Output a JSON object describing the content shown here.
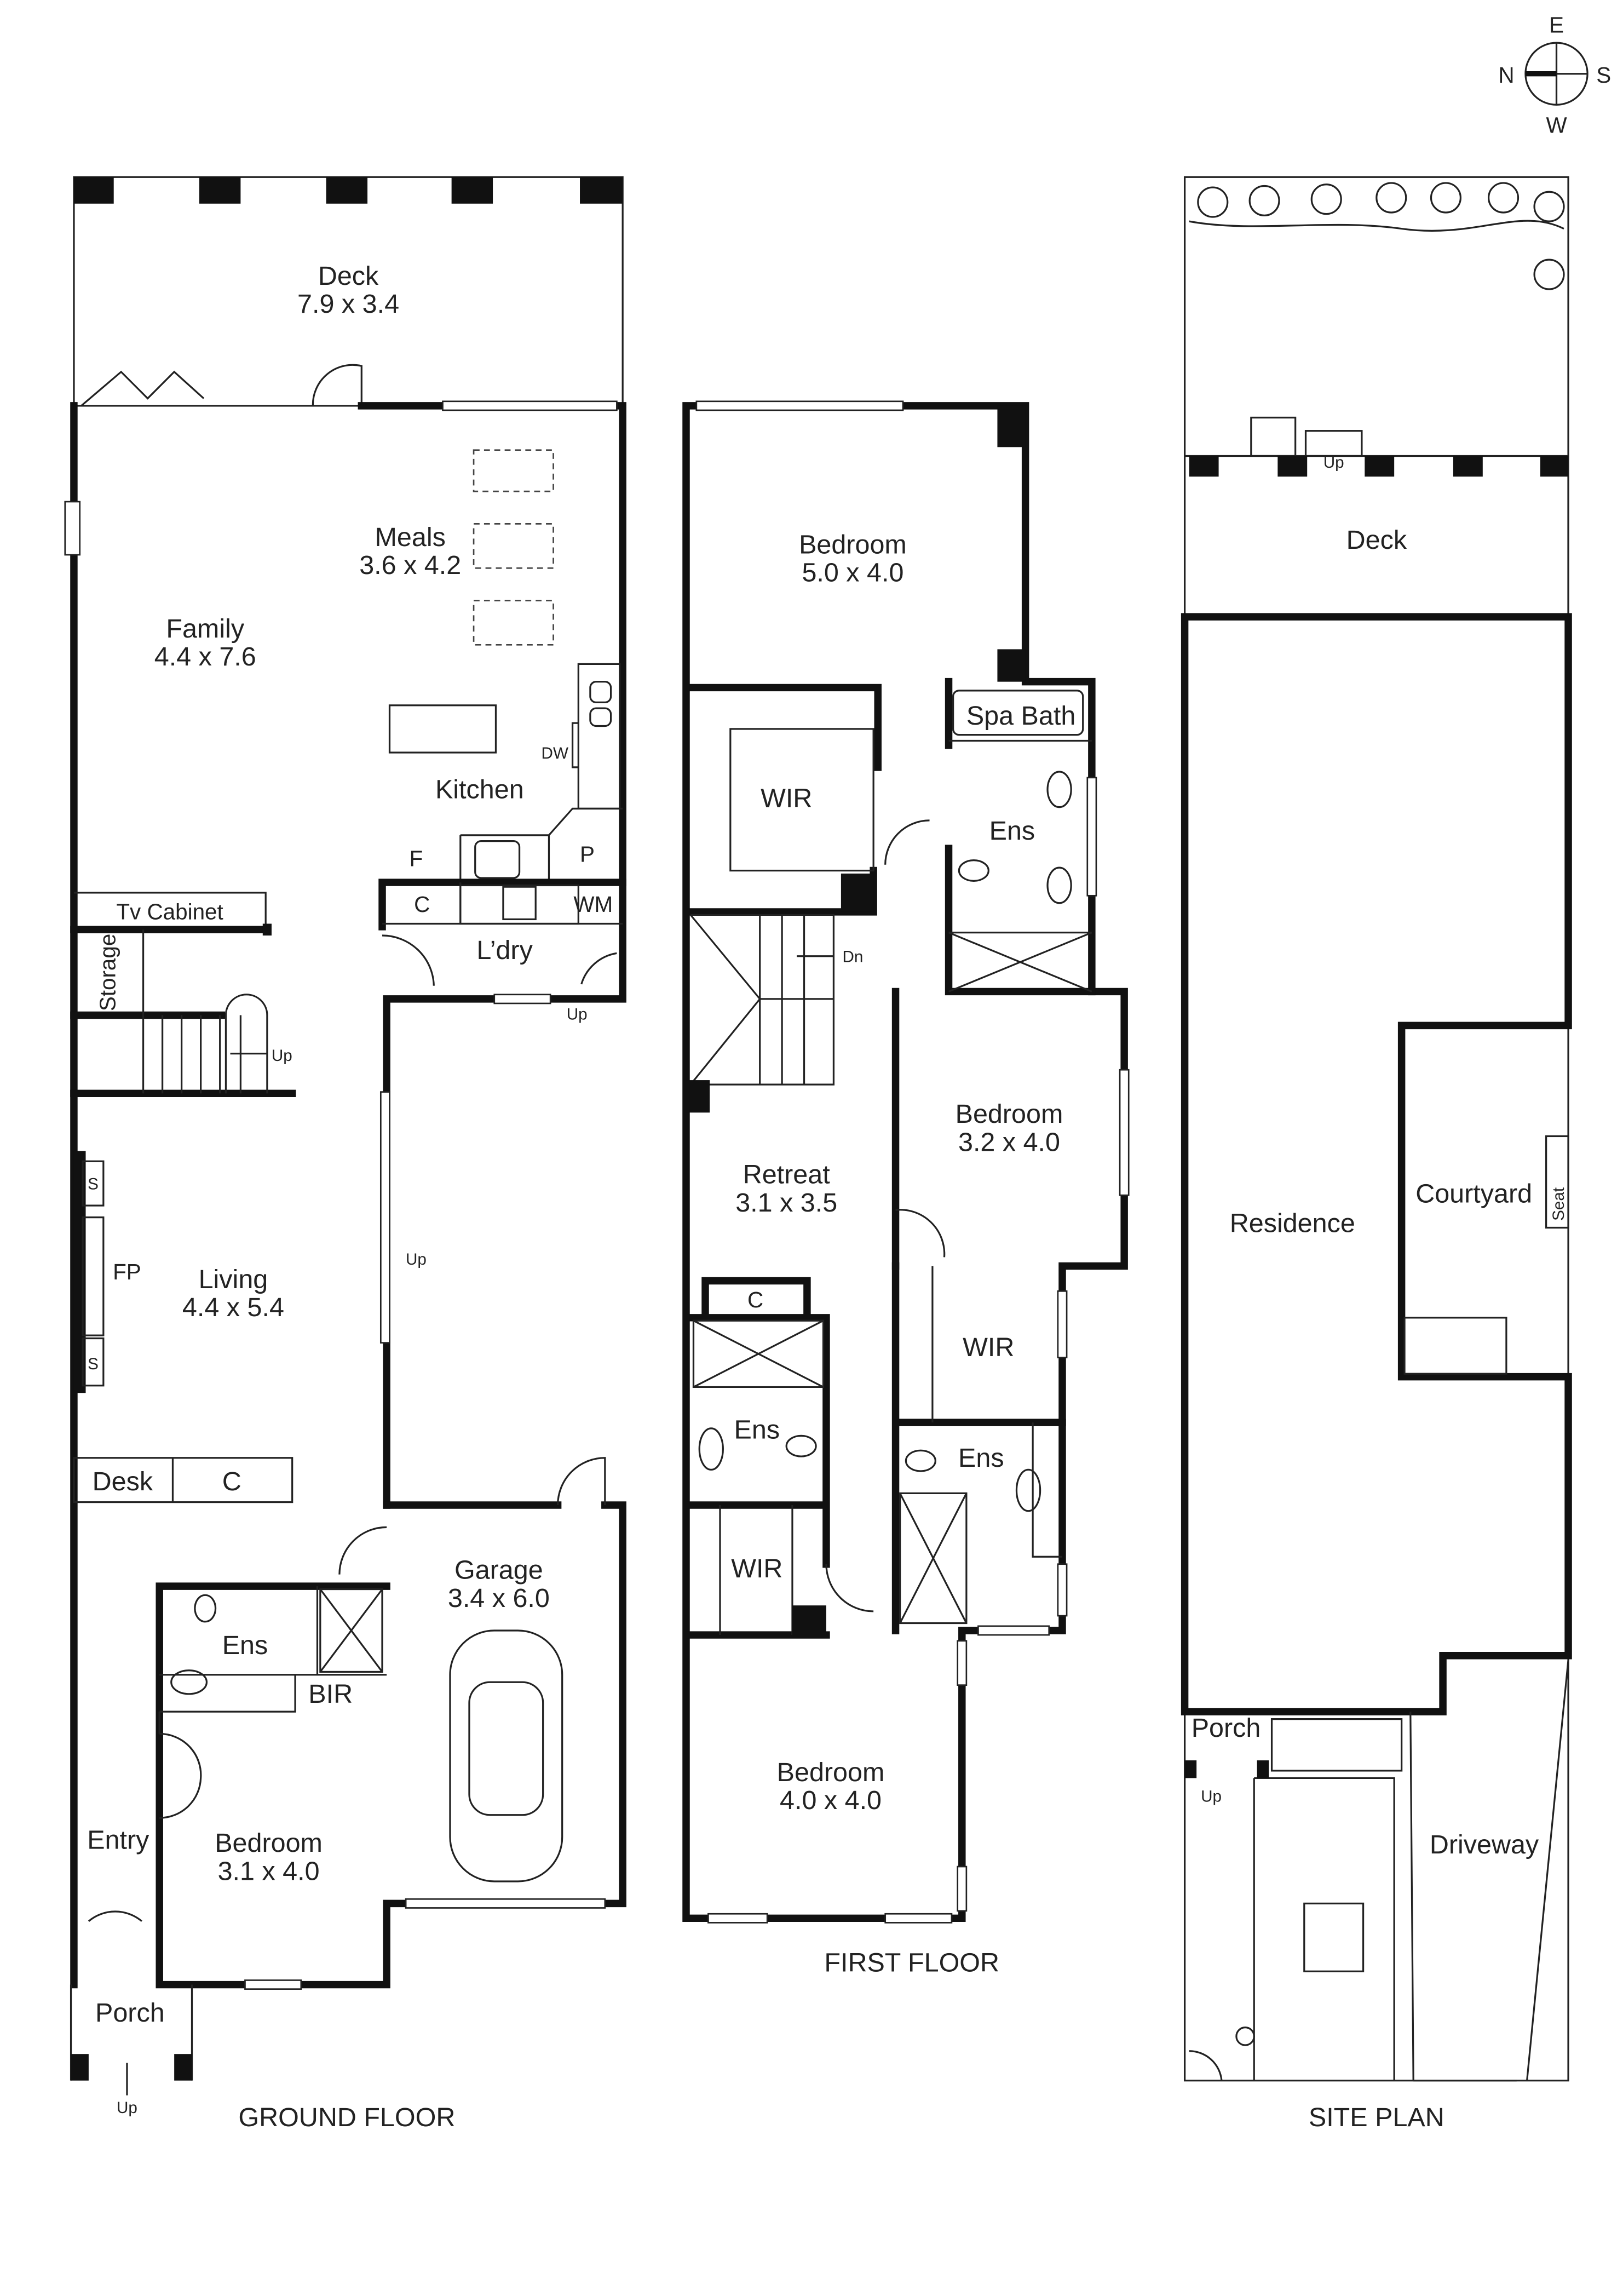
{
  "compass": {
    "north": "N",
    "east": "E",
    "south": "S",
    "west": "W"
  },
  "ground_floor": {
    "title": "GROUND FLOOR",
    "deck": {
      "name": "Deck",
      "size": "7.9 x 3.4"
    },
    "family": {
      "name": "Family",
      "size": "4.4 x 7.6"
    },
    "meals": {
      "name": "Meals",
      "size": "3.6 x 4.2"
    },
    "kitchen": "Kitchen",
    "dw": "DW",
    "fridge": "F",
    "pantry": "P",
    "cupboard": "C",
    "wm": "WM",
    "tv_cabinet": "Tv Cabinet",
    "storage": "Storage",
    "laundry": "L’dry",
    "up": "Up",
    "living": {
      "name": "Living",
      "size": "4.4 x 5.4"
    },
    "fp": "FP",
    "speaker": "S",
    "desk": "Desk",
    "garage": {
      "name": "Garage",
      "size": "3.4 x 6.0"
    },
    "ensuite": "Ens",
    "bir": "BIR",
    "bedroom": {
      "name": "Bedroom",
      "size": "3.1 x 4.0"
    },
    "entry": "Entry",
    "porch": "Porch"
  },
  "first_floor": {
    "title": "FIRST FLOOR",
    "bedroom1": {
      "name": "Bedroom",
      "size": "5.0 x 4.0"
    },
    "wir": "WIR",
    "spa_bath": "Spa Bath",
    "ensuite": "Ens",
    "dn": "Dn",
    "retreat": {
      "name": "Retreat",
      "size": "3.1 x 3.5"
    },
    "bedroom2": {
      "name": "Bedroom",
      "size": "3.2 x 4.0"
    },
    "cupboard": "C",
    "bedroom3": {
      "name": "Bedroom",
      "size": "4.0 x 4.0"
    }
  },
  "site_plan": {
    "title": "SITE PLAN",
    "deck": "Deck",
    "up": "Up",
    "residence": "Residence",
    "courtyard": "Courtyard",
    "seat": "Seat",
    "porch": "Porch",
    "driveway": "Driveway"
  }
}
